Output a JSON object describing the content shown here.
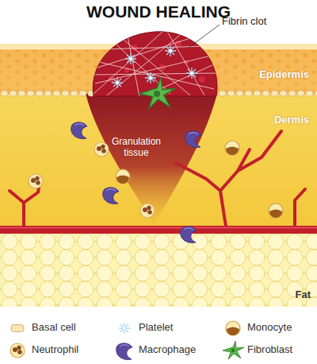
{
  "diagram": {
    "title": "WOUND HEALING",
    "nodes": [
      {
        "text": [
          "Epidermis"
        ]
      },
      {
        "text": [
          "Dermis"
        ]
      },
      {
        "text": [
          "Granulation tissue"
        ],
        "in": 1
      },
      {
        "text": [
          "Fat"
        ]
      }
    ],
    "labels": [
      "Fibrin clot"
    ],
    "legend": [
      {
        "text": "Basal cell"
      },
      {
        "text": "Platelet"
      },
      {
        "text": "Monocyte"
      },
      {
        "text": "Neutrophil"
      },
      {
        "text": "Macrophage"
      },
      {
        "text": "Fibroblast"
      }
    ]
  }
}
